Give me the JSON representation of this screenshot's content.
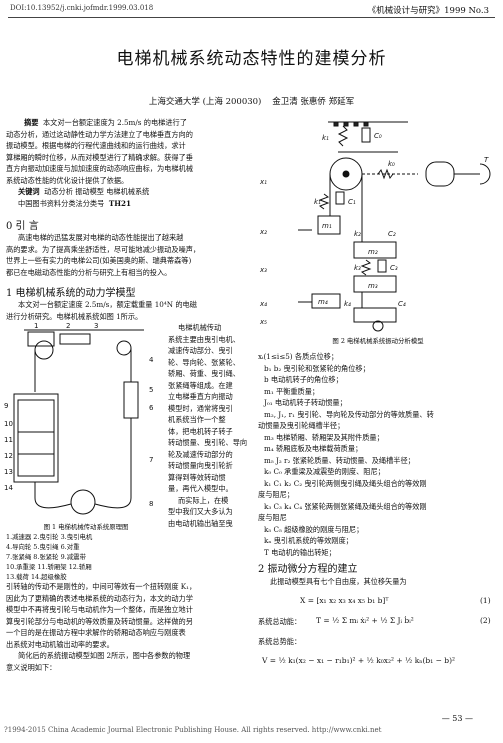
{
  "header": {
    "doi": "DOI:10.13952/j.cnki.jofmdr.1999.03.018",
    "journal": "《机械设计与研究》1999 No.3"
  },
  "title": "电梯机械系统动态特性的建模分析",
  "authors": {
    "affil": "上海交通大学  (上海  200030)",
    "names": "金卫清   张惠侨   郑延军"
  },
  "abstract": {
    "label": "摘要",
    "lines": [
      "本文对一台额定速度为 2.5m/s 的电梯进行了",
      "动态分析，通过这动静性动力学方法建立了电梯垂直方向的",
      "振动模型。根据电梯的行程代速曲线和的运行曲线，求计",
      "算梯厢的瞬时位移，从而对模型进行了精确求解。获得了垂",
      "直方向振动加速度与加加速度的动态响应曲标，为电梯机械",
      "系统动态性能的优化设计提供了依据。"
    ],
    "kw_label": "关键词",
    "keywords": "动态分析   振动模型   电梯机械系统",
    "clc": "中国图书资料分类法分类号",
    "clc_code": "TH21"
  },
  "s0": {
    "title": "0  引  言",
    "lines": [
      "高速电梯的迅猛发展对电梯的动态性能提出了越来越",
      "高的要求。为了提高乘坐舒适性，尽可能地减少振动及噪声，",
      "世界上一些有实力的电梯公司(如美国奥的斯、瑞典蒂森等)",
      "都已在电磁动态性能的分析与研究上有相当的投入。"
    ]
  },
  "s1": {
    "title": "1  电梯机械系统的动力学模型",
    "lines": [
      "本文对一台额定速度 2.5m/s，额定载重量 10⁴N 的电磁",
      "进行分析研究。电梯机械系统如图 1所示。"
    ],
    "wrap": [
      "电梯机械传动",
      "系统主要由曳引电机、",
      "减速传动部分、曳引",
      "轮、导向轮、张紧轮、",
      "轿厢、荷重、曳引绳、",
      "张紧绳等组成。在建",
      "立电梯垂直方向振动",
      "模型时，通常将曳引",
      "机系统当作一个整",
      "体，把电机转子转子",
      "转动惯量、曳引轮、导向",
      "轮及减速传动部分的",
      "转动惯量向曳引轮折",
      "算得到等效转动惯",
      "量，再代入模型中。",
      "而实际上，在模",
      "型中我们又大多认为",
      "由电动机输出轴至曳"
    ],
    "after": [
      "引转轴的传动不是刚性的，中间可等效有一个扭转刚度 K₁，",
      "因此为了更精确的表述电梯系统的动态行为，本文的动力学",
      "模型中不再将曳引轮与电动机作为一个整体，而是独立地计",
      "算曳引轮部分与电动机的等效质量及转动惯量。这样做的另",
      "一个目的是在振动方程中求解作的轿厢动态响应与刚度表",
      "出系统对电动机输出动率的要求。",
      "简化后的系统振动模型如图 2所示，图中各参数的物理",
      "意义说明如下："
    ]
  },
  "fig1": {
    "caption": "图 1  电梯机械传动系统原理图",
    "legend": [
      "1.减速器    2.曳引轮    3.曳引电机",
      "4.导向轮    5.曳引绳    6.对重",
      "7.张紧绳    8.张紧轮    9.减震带",
      "10.承重梁    11.轿厢架    12.轿厢",
      "13.载荷    14.超级橡胶"
    ],
    "labels": [
      "1",
      "2",
      "3",
      "4",
      "5",
      "6",
      "7",
      "8",
      "9",
      "10",
      "11",
      "12",
      "13",
      "14"
    ]
  },
  "fig2": {
    "caption": "图 2  电梯机械系统振动分析模型",
    "labels": [
      "k₁",
      "C₀",
      "k₀",
      "T",
      "x₁",
      "k₁",
      "C₁",
      "k₂",
      "C₂",
      "m₁",
      "x₂",
      "m₂",
      "k₃",
      "C₃",
      "x₃",
      "m₃",
      "x₄",
      "m₄",
      "k₄",
      "C₄",
      "x₅"
    ]
  },
  "params": [
    "xᵢ(1≤i≤5)  各质点位移；",
    "b₁ b₂  曳引轮和张紧轮的角位移；",
    "b  电动机转子的角位移；",
    "m₁  平衡重质量；",
    "J₀₁  电动机转子转动惯量；",
    "m₂, J₁, r₁  曳引轮、导向轮及传动部分的等效质量、转",
    "动惯量及曳引轮绳槽半径；",
    "m₃  电梯轿厢、轿厢架及其附件质量；",
    "m₄  轿厢底板及电梯载荷质量；",
    "m₅ J₂ r₂  张紧轮质量、转动惯量、及绳槽半径；",
    "k₀ C₀  承重梁及减震垫的刚度、阻尼；",
    "k₁ C₁ k₂ C₂  曳引轮两侧曳引绳及绳头组合的等效刚",
    "度与阻尼；",
    "k₃ C₃ k₄ C₄  张紧轮两侧张紧绳及绳头组合的等效刚",
    "度与阻尼",
    "k₅ C₅  超级橡胶的刚度与阻尼；",
    "kₙ  曳引机系统的等效刚度；",
    "T  电动机的输出转矩；"
  ],
  "s2": {
    "title": "2  振动微分方程的建立",
    "intro": "此振动模型具有七个自由度，其位移矢量为",
    "eq1": "X = [x₁  x₂  x₃  x₄  x₅  b₁  b]ᵀ",
    "eq1n": "(1)",
    "kin_lbl": "系统总动能：",
    "eq2": "T = ½ Σ mᵢ ẋᵢ² + ½ Σ Jᵢ ḃᵢ²",
    "eq2n": "(2)",
    "pot_lbl": "系统总势能：",
    "eq3": "V = ½ k₁(x₂ − x₁ − r₁b₁)² + ½ k₀x₂² + ½ kₙ(b₁ − b)²"
  },
  "page_no": "— 53 —",
  "footer": "?1994-2015 China Academic Journal Electronic Publishing House. All rights reserved.    http://www.cnki.net"
}
